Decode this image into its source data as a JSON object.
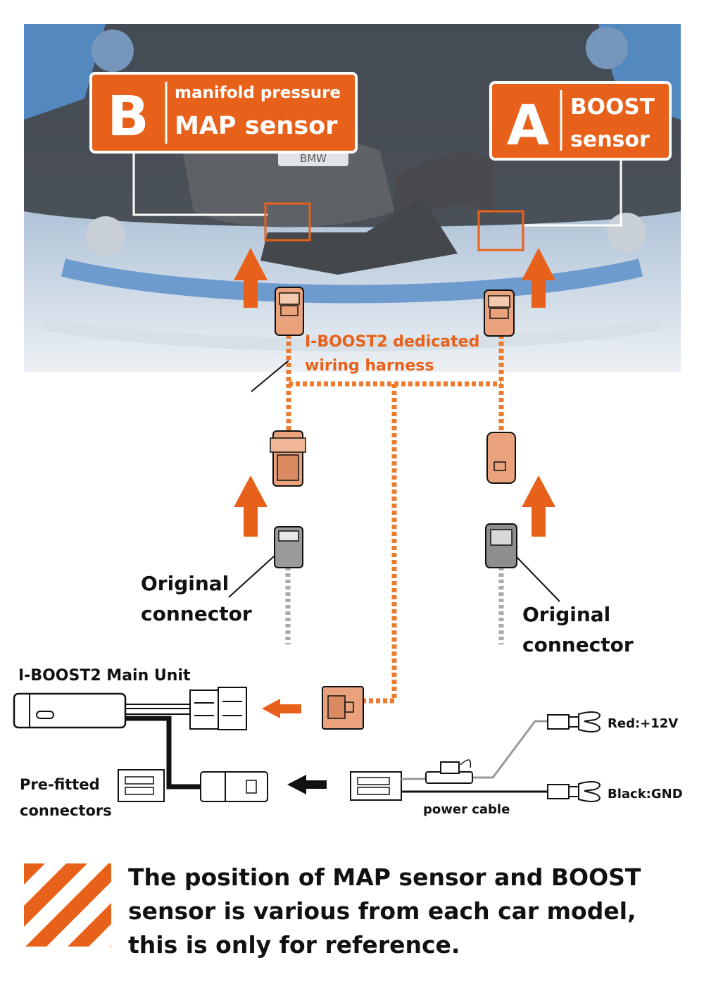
{
  "colors": {
    "accent": "#E8611A",
    "harness": "#EE7A2E",
    "connector_orange": "#E9A27C",
    "connector_gray": "#9A9A9A",
    "text_dark": "#111111"
  },
  "sensors": {
    "b": {
      "letter": "B",
      "line1": "manifold pressure",
      "line2": "MAP sensor"
    },
    "a": {
      "letter": "A",
      "line1": "BOOST",
      "line2": "sensor"
    }
  },
  "harness": {
    "line1": "I-BOOST2 dedicated",
    "line2": "wiring harness"
  },
  "original_connector": {
    "left_line1": "Original",
    "left_line2": "connector",
    "right_line1": "Original",
    "right_line2": "connector"
  },
  "main_unit": {
    "title": "I-BOOST2 Main Unit"
  },
  "prefitted": {
    "line1": "Pre-fitted",
    "line2": "connectors"
  },
  "power": {
    "cable_label": "power cable",
    "red_label": "Red:+12V",
    "black_label": "Black:GND"
  },
  "photo": {
    "badge": "BMW"
  },
  "note": {
    "line1": "The position of MAP sensor and BOOST",
    "line2": "sensor is various from each car model,",
    "line3": "this is only for reference."
  }
}
